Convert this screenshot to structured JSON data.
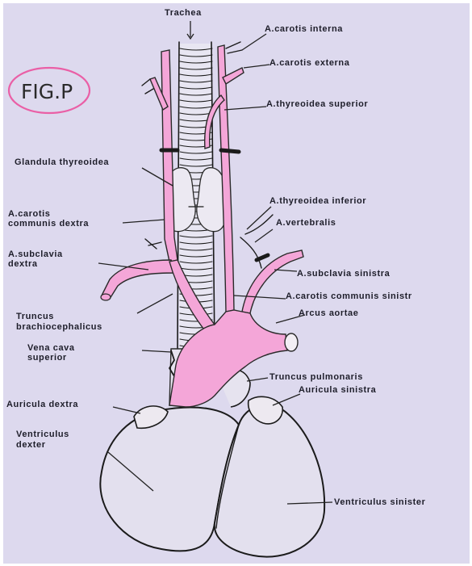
{
  "figure": {
    "fig_tag": "FIG.P",
    "labels": {
      "trachea": "Trachea",
      "carotis_interna": "A.carotis interna",
      "carotis_externa": "A.carotis externa",
      "thyreoidea_superior": "A.thyreoidea superior",
      "glandula_thyreoidea": "Glandula thyreoidea",
      "carotis_dextra_1": "A.carotis",
      "carotis_dextra_2": "communis dextra",
      "thyreoidea_inferior": "A.thyreoidea inferior",
      "vertebralis": "A.vertebralis",
      "subclavia_dextra_1": "A.subclavia",
      "subclavia_dextra_2": "dextra",
      "subclavia_sinistra": "A.subclavia sinistra",
      "carotis_sinistra": "A.carotis communis sinistr",
      "truncus_1": "Truncus",
      "truncus_2": "brachiocephalicus",
      "arcus_aortae": "Arcus aortae",
      "vena_cava_1": "Vena cava",
      "vena_cava_2": "superior",
      "truncus_pulmonaris": "Truncus pulmonaris",
      "auricula_dextra": "Auricula dextra",
      "auricula_sinistra": "Auricula sinistra",
      "ventriculus_dexter_1": "Ventriculus",
      "ventriculus_dexter_2": "dexter",
      "ventriculus_sinister": "Ventriculus sinister"
    },
    "colors": {
      "background": "#ddd9ee",
      "artery": "#f4a6d8",
      "ink": "#1b1b1b",
      "fig_tag_outline": "#ea5fa6"
    }
  }
}
